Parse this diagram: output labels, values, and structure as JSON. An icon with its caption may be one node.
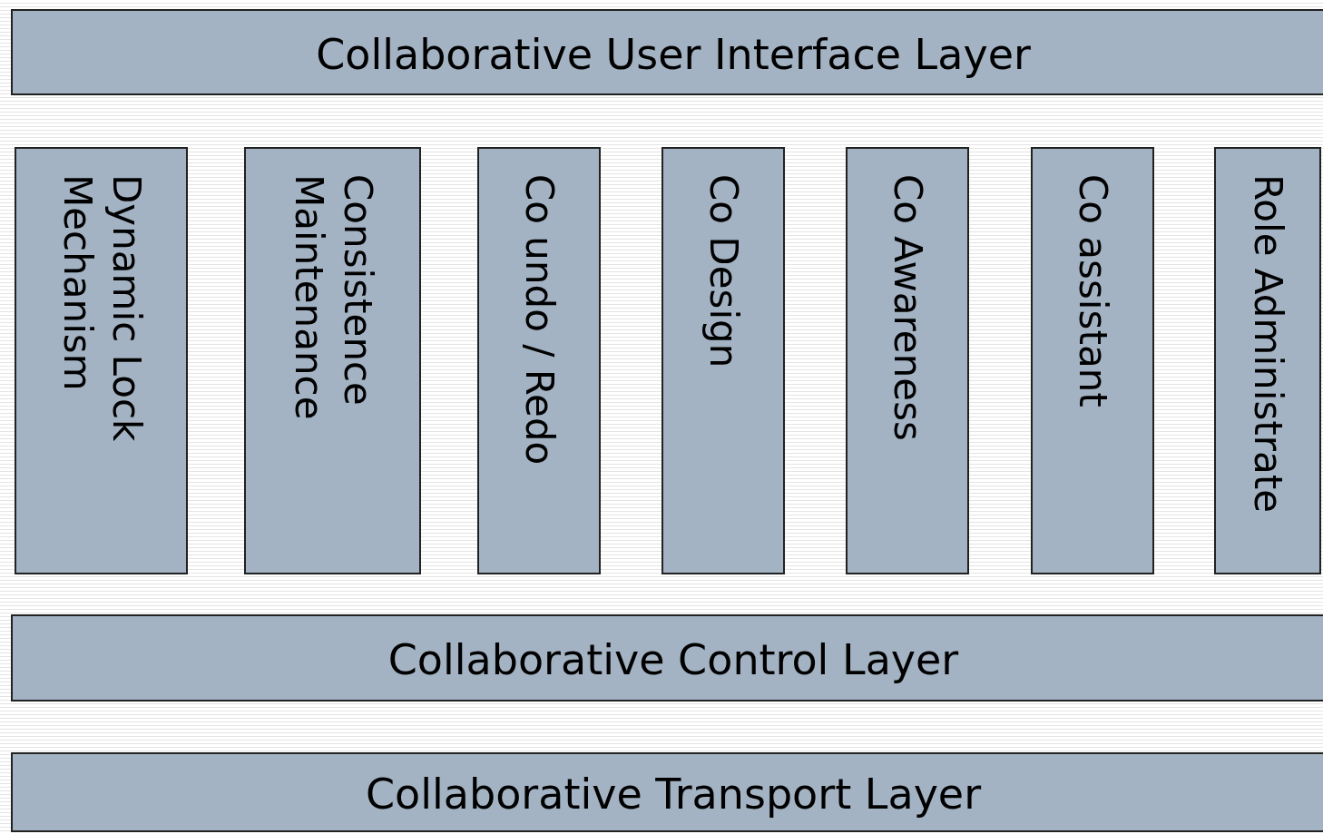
{
  "diagram": {
    "nodes": [
      {
        "text": [
          "Collaborative User Interface Layer"
        ]
      },
      {
        "text": [
          "Dynamic Lock Mechanism"
        ]
      },
      {
        "text": [
          "Consistence Maintenance"
        ]
      },
      {
        "text": [
          "Co undo / Redo"
        ]
      },
      {
        "text": [
          "Co Design"
        ]
      },
      {
        "text": [
          "Co Awareness"
        ]
      },
      {
        "text": [
          "Co assistant"
        ]
      },
      {
        "text": [
          "Role Administrate"
        ]
      },
      {
        "text": [
          "Collaborative Control Layer"
        ]
      },
      {
        "text": [
          "Collaborative Transport Layer"
        ]
      }
    ]
  }
}
